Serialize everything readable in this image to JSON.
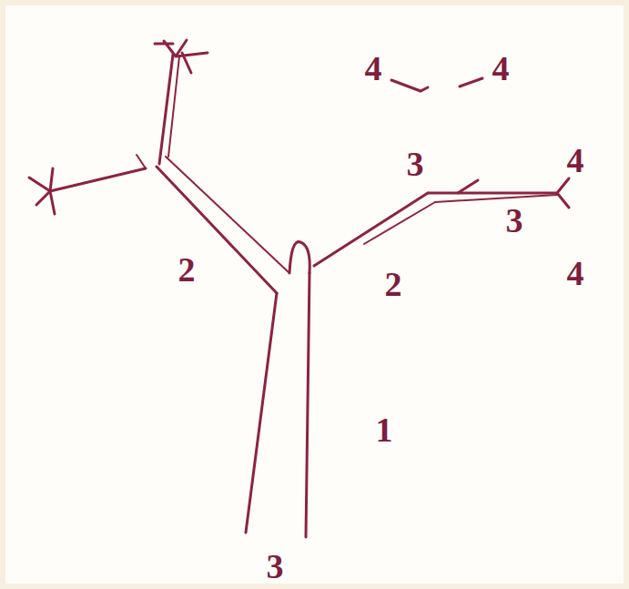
{
  "diagram": {
    "labels": [
      "4",
      "4",
      "3",
      "4",
      "3",
      "2",
      "2",
      "4",
      "1",
      "3"
    ]
  }
}
